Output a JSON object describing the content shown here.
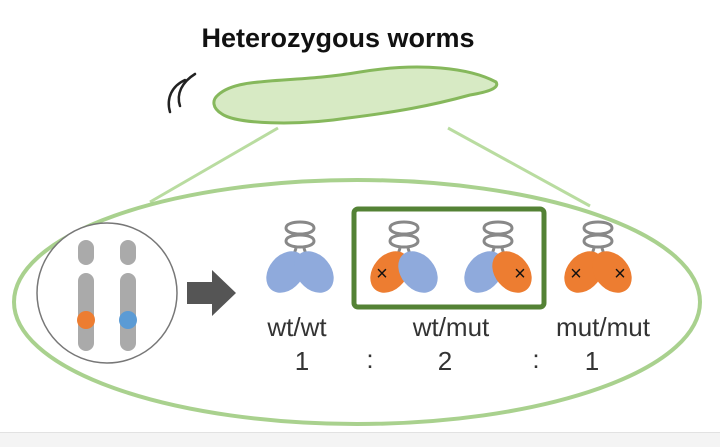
{
  "title": "Heterozygous worms",
  "colors": {
    "worm_fill": "#d7eac4",
    "worm_stroke": "#86b85c",
    "oval_stroke": "#a9d18e",
    "box_stroke": "#548235",
    "wt_subunit": "#8faadc",
    "mut_subunit": "#ed7d31",
    "chromosome": "#aaaaaa",
    "arrow": "#555555"
  },
  "genotypes": [
    {
      "label": "wt/wt",
      "ratio": "1"
    },
    {
      "label": "wt/mut",
      "ratio": "2"
    },
    {
      "label": "mut/mut",
      "ratio": "1"
    }
  ],
  "separators": [
    ":",
    ":"
  ],
  "mutation_mark": "×",
  "icons": {
    "motion": "motion-lines-icon",
    "worm": "worm-icon",
    "arrow": "right-arrow-icon",
    "protein": "protein-dimer-icon"
  }
}
